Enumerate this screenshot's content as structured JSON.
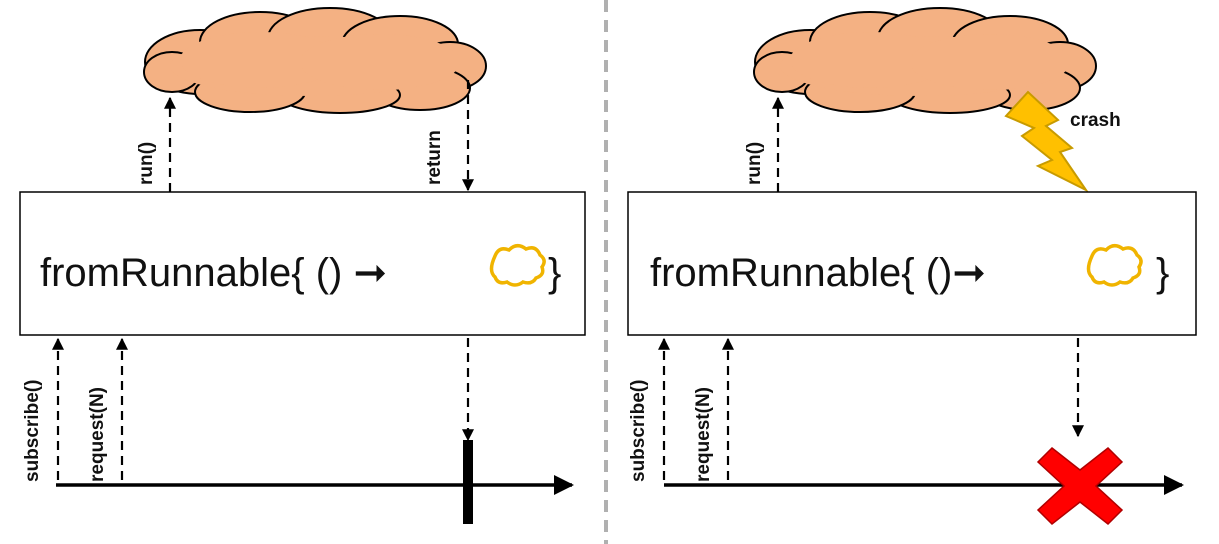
{
  "left_panel": {
    "operator_label": "fromRunnable{ () ➞",
    "closing_brace": "}",
    "run_label": "run()",
    "return_label": "return",
    "subscribe_label": "subscribe()",
    "request_label": "request(N)"
  },
  "right_panel": {
    "operator_label": "fromRunnable{ ()➞",
    "closing_brace": "}",
    "run_label": "run()",
    "crash_label": "crash",
    "subscribe_label": "subscribe()",
    "request_label": "request(N)"
  },
  "colors": {
    "cloud_fill": "#f4b183",
    "mini_cloud_stroke": "#f0b400",
    "lightning_fill": "#ffc000",
    "error_x": "#ff0000",
    "divider": "#b0b0b0"
  }
}
